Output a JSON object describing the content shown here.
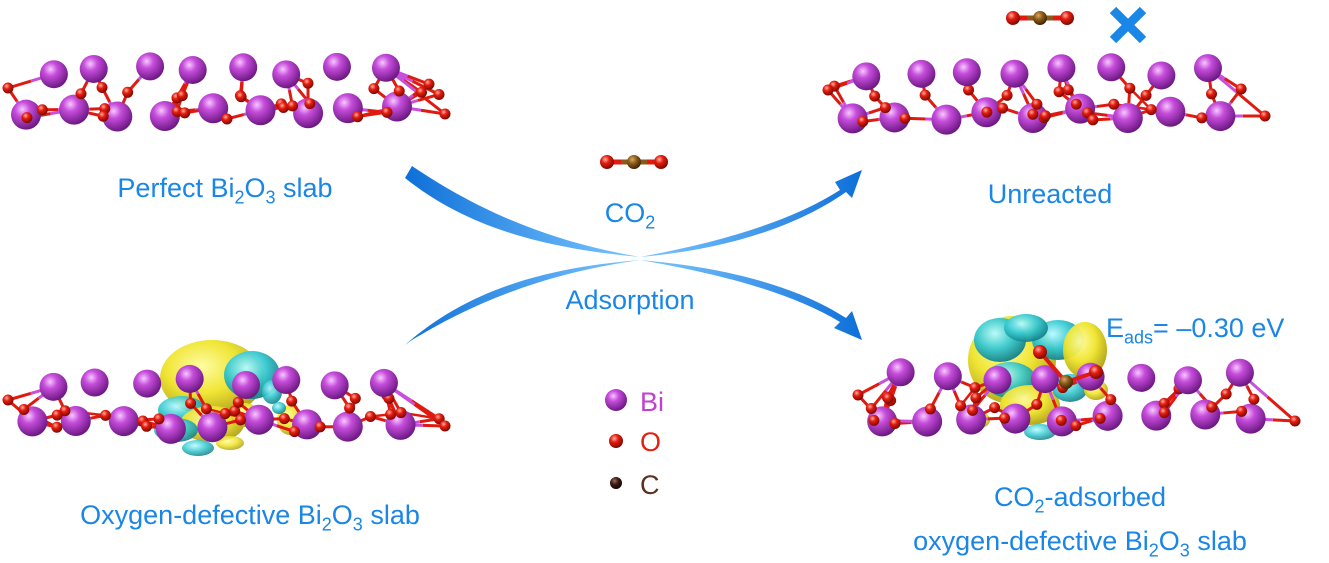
{
  "labels": {
    "perfect_prefix": "Perfect Bi",
    "perfect_sub1": "2",
    "perfect_mid": "O",
    "perfect_sub2": "3",
    "perfect_suffix": " slab",
    "defective_prefix": "Oxygen-defective Bi",
    "defective_sub1": "2",
    "defective_mid": "O",
    "defective_sub2": "3",
    "defective_suffix": " slab",
    "unreacted": "Unreacted",
    "co2_main": "CO",
    "co2_sub": "2",
    "adsorption": "Adsorption",
    "eads_main": "E",
    "eads_sub": "ads",
    "eads_value": "= –0.30 eV",
    "adsorbed_line1_main": "CO",
    "adsorbed_line1_sub": "2",
    "adsorbed_line1_suffix": "-adsorbed",
    "adsorbed_line2_prefix": "oxygen-defective Bi",
    "adsorbed_line2_sub1": "2",
    "adsorbed_line2_mid": "O",
    "adsorbed_line2_sub2": "3",
    "adsorbed_line2_suffix": " slab"
  },
  "legend": [
    {
      "symbol": "Bi",
      "color": "#b530c8"
    },
    {
      "symbol": "O",
      "color": "#e01a10"
    },
    {
      "symbol": "C",
      "color": "#3a1c14"
    }
  ],
  "colors": {
    "text": "#1a86e6",
    "arrow": "#1a86e6",
    "bismuth": "#b530c8",
    "oxygen": "#e01a10",
    "carbon_co2": "#8a5a18",
    "density_yellow": "#f2ea2a",
    "density_cyan": "#36c8d0",
    "cross": "#1a86e6"
  }
}
